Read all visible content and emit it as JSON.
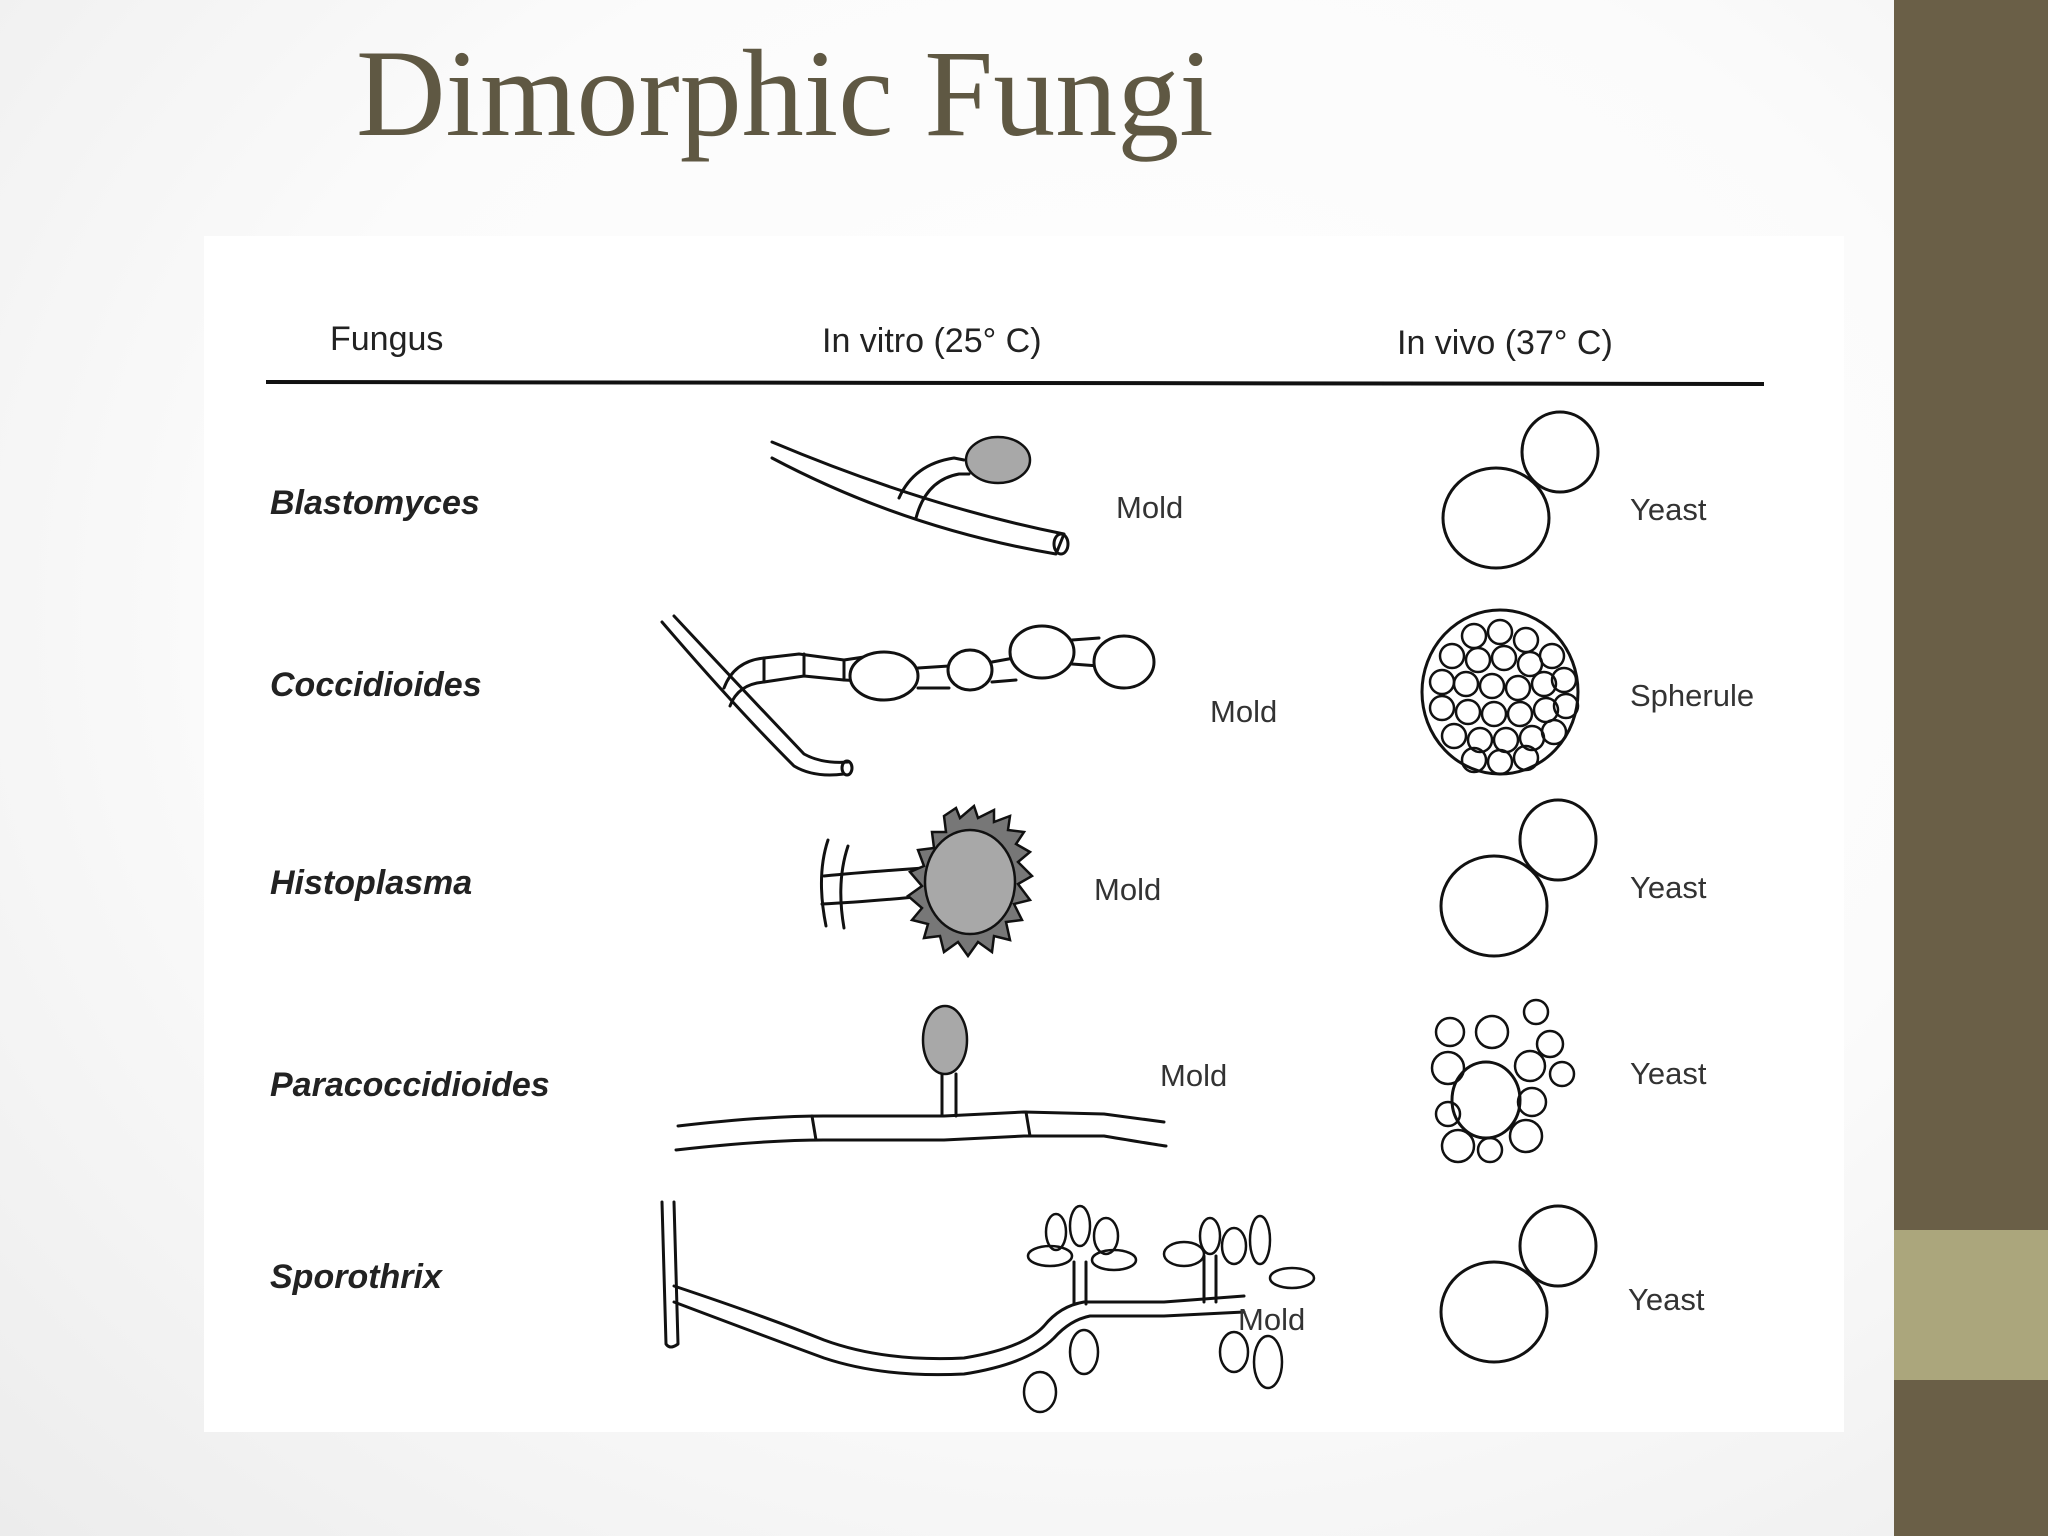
{
  "slide": {
    "title": "Dimorphic Fungi",
    "colors": {
      "title": "#5f5843",
      "side_bar": "#6a5f47",
      "side_accent": "#aba67c"
    }
  },
  "table": {
    "headers": {
      "fungus": "Fungus",
      "in_vitro": "In vitro (25° C)",
      "in_vivo": "In vivo (37° C)"
    },
    "rows": [
      {
        "fungus": "Blastomyces",
        "in_vitro_form": "Mold",
        "in_vivo_form": "Yeast"
      },
      {
        "fungus": "Coccidioides",
        "in_vitro_form": "Mold",
        "in_vivo_form": "Spherule"
      },
      {
        "fungus": "Histoplasma",
        "in_vitro_form": "Mold",
        "in_vivo_form": "Yeast"
      },
      {
        "fungus": "Paracoccidioides",
        "in_vitro_form": "Mold",
        "in_vivo_form": "Yeast"
      },
      {
        "fungus": "Sporothrix",
        "in_vitro_form": "Mold",
        "in_vivo_form": "Yeast"
      }
    ]
  }
}
